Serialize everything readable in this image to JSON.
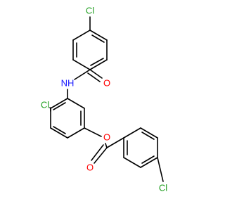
{
  "molecule": {
    "atoms": {
      "cl_top": {
        "text": "Cl",
        "color": "#1f9e1f"
      },
      "nh": {
        "text": "NH",
        "color": "#1a1aff"
      },
      "o_amide": {
        "text": "O",
        "color": "#ff0000"
      },
      "cl_left": {
        "text": "Cl",
        "color": "#1f9e1f"
      },
      "o_ester": {
        "text": "O",
        "color": "#ff0000"
      },
      "o_carbonyl": {
        "text": "O",
        "color": "#ff0000"
      },
      "cl_right": {
        "text": "Cl",
        "color": "#1f9e1f"
      }
    }
  }
}
